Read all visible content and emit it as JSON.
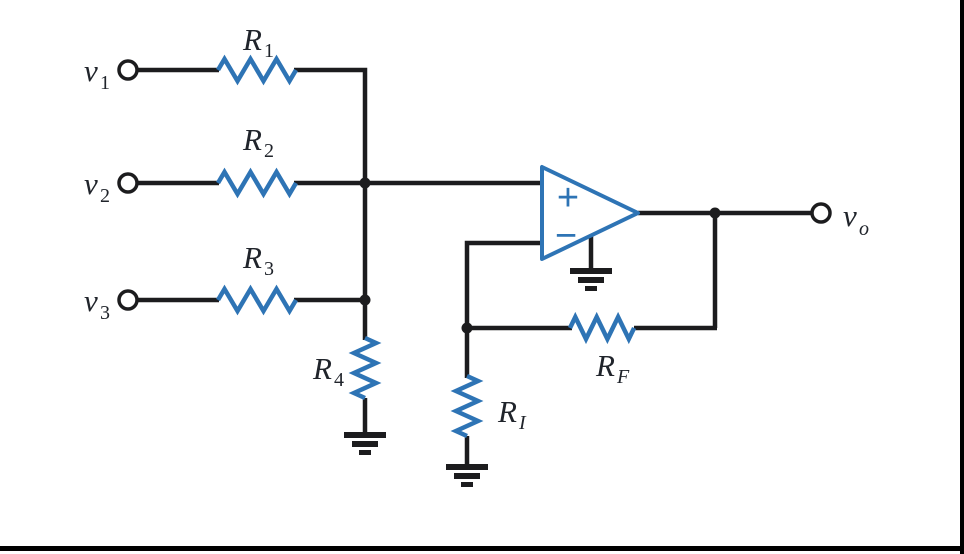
{
  "figure": {
    "type": "circuit-diagram",
    "description": "Op-amp summing amplifier: three inputs through resistors to non-inverting input, resistor divider feedback on inverting input"
  },
  "labels": {
    "v1": {
      "base": "v",
      "sub": "1"
    },
    "v2": {
      "base": "v",
      "sub": "2"
    },
    "v3": {
      "base": "v",
      "sub": "3"
    },
    "vo": {
      "base": "v",
      "sub": "o"
    },
    "r1": {
      "base": "R",
      "sub": "1"
    },
    "r2": {
      "base": "R",
      "sub": "2"
    },
    "r3": {
      "base": "R",
      "sub": "3"
    },
    "r4": {
      "base": "R",
      "sub": "4"
    },
    "rf": {
      "base": "R",
      "sub": "F"
    },
    "ri": {
      "base": "R",
      "sub": "I"
    }
  },
  "opamp": {
    "noninverting_input": "+",
    "inverting_input": "−"
  },
  "colors": {
    "wire": "#1c1c1e",
    "component": "#2e74b5",
    "label": "#20242b",
    "border": "#000000",
    "background": "#ffffff"
  }
}
